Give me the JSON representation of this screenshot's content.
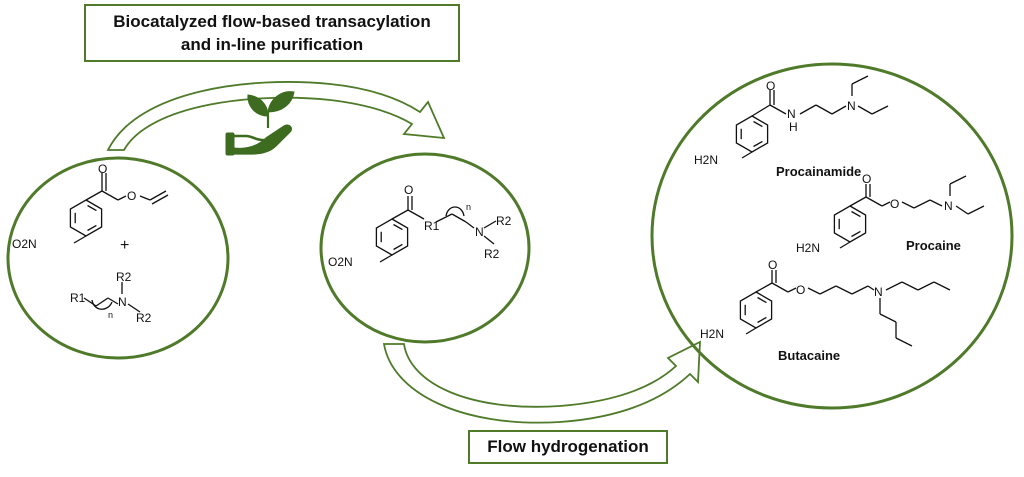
{
  "process_top": {
    "line1": "Biocatalyzed flow-based transacylation",
    "line2": "and in-line purification"
  },
  "process_bottom": {
    "label": "Flow hydrogenation"
  },
  "reagents": {
    "plus": "+",
    "nitro_group": "O2N",
    "amine_r1": "R1",
    "amine_r2_top": "R2",
    "amine_r2_bottom": "R2",
    "amine_n": "N",
    "amine_index": "n"
  },
  "intermediate": {
    "nitro_group": "O2N",
    "r1": "R1",
    "n": "N",
    "r2_top": "R2",
    "r2_bottom": "R2",
    "index": "n"
  },
  "products": [
    {
      "name": "Procainamide",
      "amine_group": "H2N"
    },
    {
      "name": "Procaine",
      "amine_group": "H2N"
    },
    {
      "name": "Butacaine",
      "amine_group": "H2N"
    }
  ],
  "colors": {
    "green": "#4f7a2a",
    "ink": "#111111"
  }
}
